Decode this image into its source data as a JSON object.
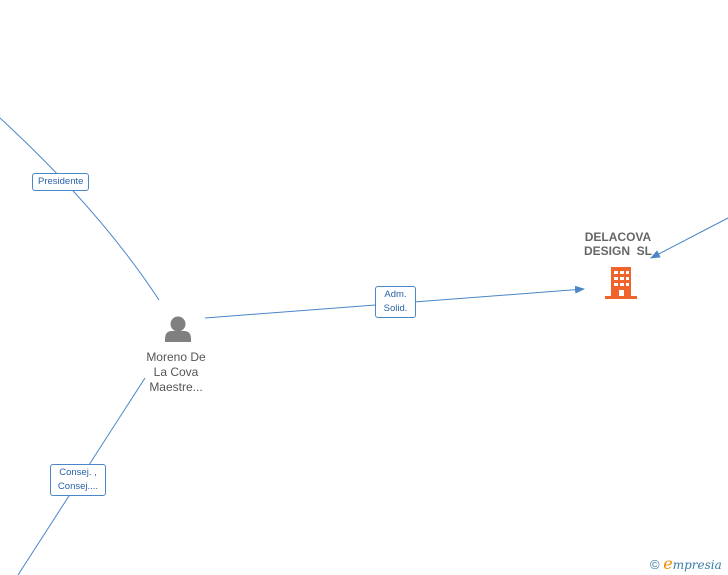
{
  "person": {
    "name_lines": [
      "Moreno De",
      "La Cova",
      "Maestre..."
    ]
  },
  "company": {
    "name_lines": [
      "DELACOVA",
      "DESIGN  SL"
    ]
  },
  "edges": {
    "presidente": "Presidente",
    "adm": [
      "Adm.",
      "Solid."
    ],
    "consej": [
      "Consej. ,",
      "Consej...."
    ]
  },
  "watermark": {
    "copyright": "©",
    "brand_first": "e",
    "brand_rest": "mpresia"
  },
  "colors": {
    "edge": "#4a86c8",
    "person_icon": "#808080",
    "company_icon": "#f0632a"
  }
}
